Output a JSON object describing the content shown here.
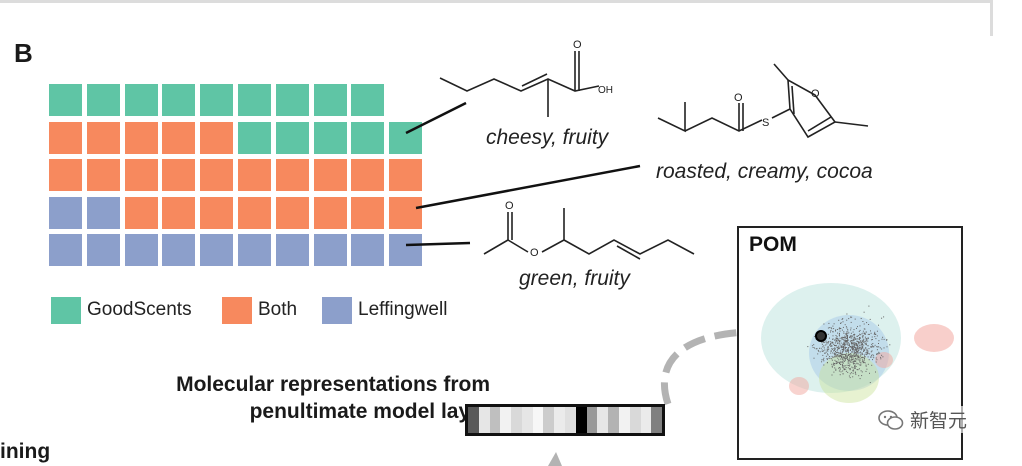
{
  "panel": {
    "letter": "B"
  },
  "waffle": {
    "rows": [
      [
        "GoodScents",
        "GoodScents",
        "GoodScents",
        "GoodScents",
        "GoodScents",
        "GoodScents",
        "GoodScents",
        "GoodScents",
        "GoodScents",
        null
      ],
      [
        "Both",
        "Both",
        "Both",
        "Both",
        "Both",
        "GoodScents",
        "GoodScents",
        "GoodScents",
        "GoodScents",
        "GoodScents"
      ],
      [
        "Both",
        "Both",
        "Both",
        "Both",
        "Both",
        "Both",
        "Both",
        "Both",
        "Both",
        "Both"
      ],
      [
        "Leffingwell",
        "Leffingwell",
        "Both",
        "Both",
        "Both",
        "Both",
        "Both",
        "Both",
        "Both",
        "Both"
      ],
      [
        "Leffingwell",
        "Leffingwell",
        "Leffingwell",
        "Leffingwell",
        "Leffingwell",
        "Leffingwell",
        "Leffingwell",
        "Leffingwell",
        "Leffingwell",
        "Leffingwell"
      ]
    ],
    "colors": {
      "GoodScents": "#5fc5a5",
      "Both": "#f7895e",
      "Leffingwell": "#8c9fcb"
    }
  },
  "legend": [
    {
      "key": "GoodScents",
      "label": "GoodScents"
    },
    {
      "key": "Both",
      "label": "Both"
    },
    {
      "key": "Leffingwell",
      "label": "Leffingwell"
    }
  ],
  "molecules": [
    {
      "label": "cheesy, fruity",
      "atom_label": "OH"
    },
    {
      "label": "roasted, creamy, cocoa",
      "atom_labels": [
        "S",
        "O"
      ]
    },
    {
      "label": "green, fruity",
      "atom_label": "O"
    }
  ],
  "pom": {
    "title": "POM"
  },
  "representation": {
    "title_line1": "Molecular representations from",
    "title_line2": "penultimate model layer",
    "gray_levels": [
      0.35,
      0.9,
      0.75,
      0.95,
      0.85,
      0.9,
      0.97,
      0.8,
      0.92,
      0.88,
      0.0,
      0.6,
      0.9,
      0.7,
      0.95,
      0.85,
      0.92,
      0.5
    ]
  },
  "footer": {
    "partial_text": "ining"
  },
  "watermark": {
    "text": "新智元"
  }
}
